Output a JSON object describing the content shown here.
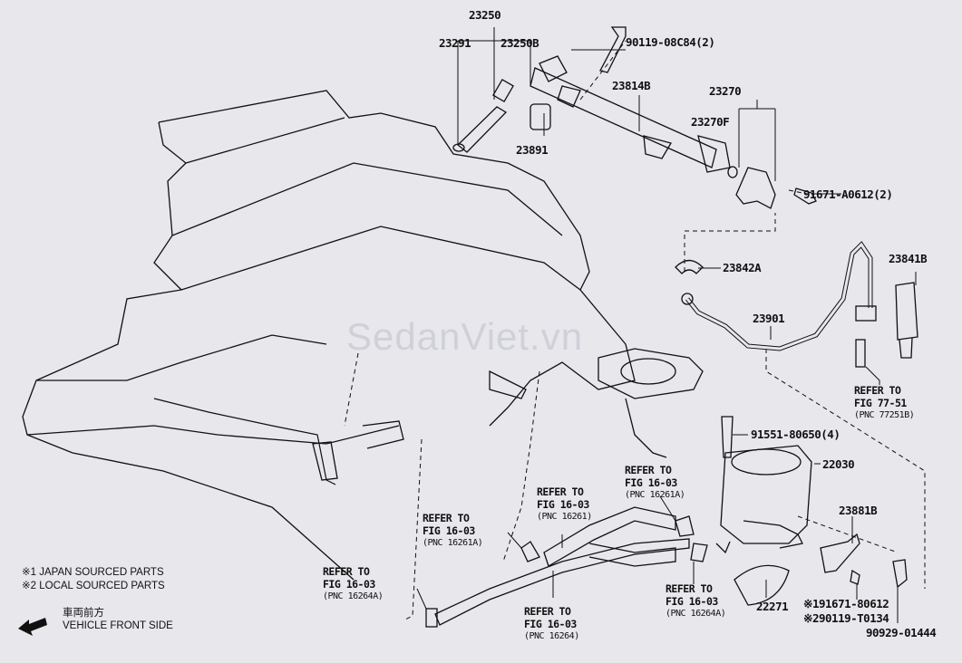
{
  "watermark": "SedanViet.vn",
  "parts": {
    "p23250": "23250",
    "p23291": "23291",
    "p23250B": "23250B",
    "p90119": "90119-08C84(2)",
    "p23814B": "23814B",
    "p23891": "23891",
    "p23270": "23270",
    "p23270F": "23270F",
    "p91671a": "91671-A0612(2)",
    "p23842A": "23842A",
    "p23841B": "23841B",
    "p23901": "23901",
    "p91551": "91551-80650(4)",
    "p22030": "22030",
    "p23881B": "23881B",
    "p22271": "22271",
    "p91671b": "※191671-80612",
    "p90119b": "※290119-T0134",
    "p90929": "90929-01444"
  },
  "refs": [
    {
      "line1": "REFER TO",
      "line2": "FIG 77-51",
      "pnc": "(PNC 77251B)"
    },
    {
      "line1": "REFER TO",
      "line2": "FIG 16-03",
      "pnc": "(PNC 16261A)"
    },
    {
      "line1": "REFER TO",
      "line2": "FIG 16-03",
      "pnc": "(PNC 16261)"
    },
    {
      "line1": "REFER TO",
      "line2": "FIG 16-03",
      "pnc": "(PNC 16261A)"
    },
    {
      "line1": "REFER TO",
      "line2": "FIG 16-03",
      "pnc": "(PNC 16264A)"
    },
    {
      "line1": "REFER TO",
      "line2": "FIG 16-03",
      "pnc": "(PNC 16264)"
    },
    {
      "line1": "REFER TO",
      "line2": "FIG 16-03",
      "pnc": "(PNC 16264A)"
    }
  ],
  "notes": {
    "japan": "※1 JAPAN SOURCED PARTS",
    "local": "※2 LOCAL SOURCED PARTS",
    "front_jp": "車両前方",
    "front_en": "VEHICLE FRONT SIDE"
  }
}
